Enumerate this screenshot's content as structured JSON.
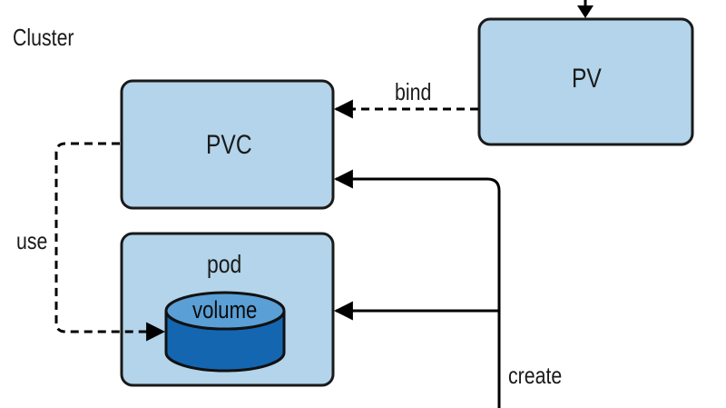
{
  "diagram": {
    "region_label": "Cluster",
    "nodes": {
      "pv": {
        "label": "PV"
      },
      "pvc": {
        "label": "PVC"
      },
      "pod": {
        "label": "pod"
      },
      "volume": {
        "label": "volume"
      }
    },
    "edges": {
      "bind": {
        "label": "bind",
        "from": "PV",
        "to": "PVC",
        "style": "dashed"
      },
      "use": {
        "label": "use",
        "from": "PVC",
        "to": "volume",
        "style": "dashed"
      },
      "create": {
        "label": "create",
        "targets": [
          "PVC",
          "pod"
        ],
        "style": "solid"
      }
    },
    "colors": {
      "box_fill": "#b3d4ea",
      "box_stroke": "#1a1a1a",
      "volume_body": "#1466b0",
      "volume_top": "#5a9fd6",
      "line": "#000000"
    }
  }
}
